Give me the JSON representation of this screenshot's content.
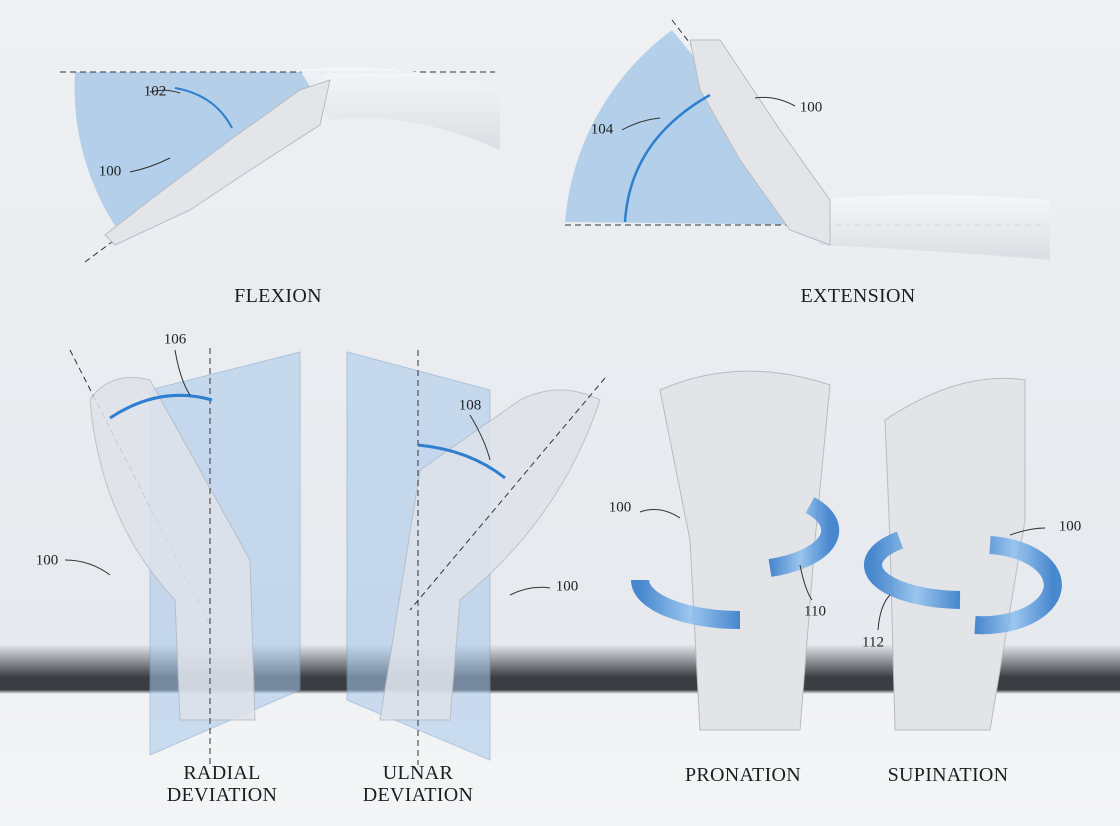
{
  "captions": {
    "flexion": "FLEXION",
    "extension": "EXTENSION",
    "radial_deviation": [
      "RADIAL",
      "DEVIATION"
    ],
    "ulnar_deviation": [
      "ULNAR",
      "DEVIATION"
    ],
    "pronation": "PRONATION",
    "supination": "SUPINATION"
  },
  "reference_numerals": {
    "flexion_angle": "102",
    "flexion_hand": "100",
    "extension_angle": "104",
    "extension_hand": "100",
    "radial_angle": "106",
    "ulnar_angle": "108",
    "radial_hand": "100",
    "ulnar_hand": "100",
    "pronation_hand": "100",
    "pronation_arrow": "110",
    "supination_hand": "100",
    "supination_arrow": "112"
  },
  "colors": {
    "wedge": "#9cc2e6",
    "arrow": "#2f7fd0",
    "plane": "#a9c8ea"
  }
}
